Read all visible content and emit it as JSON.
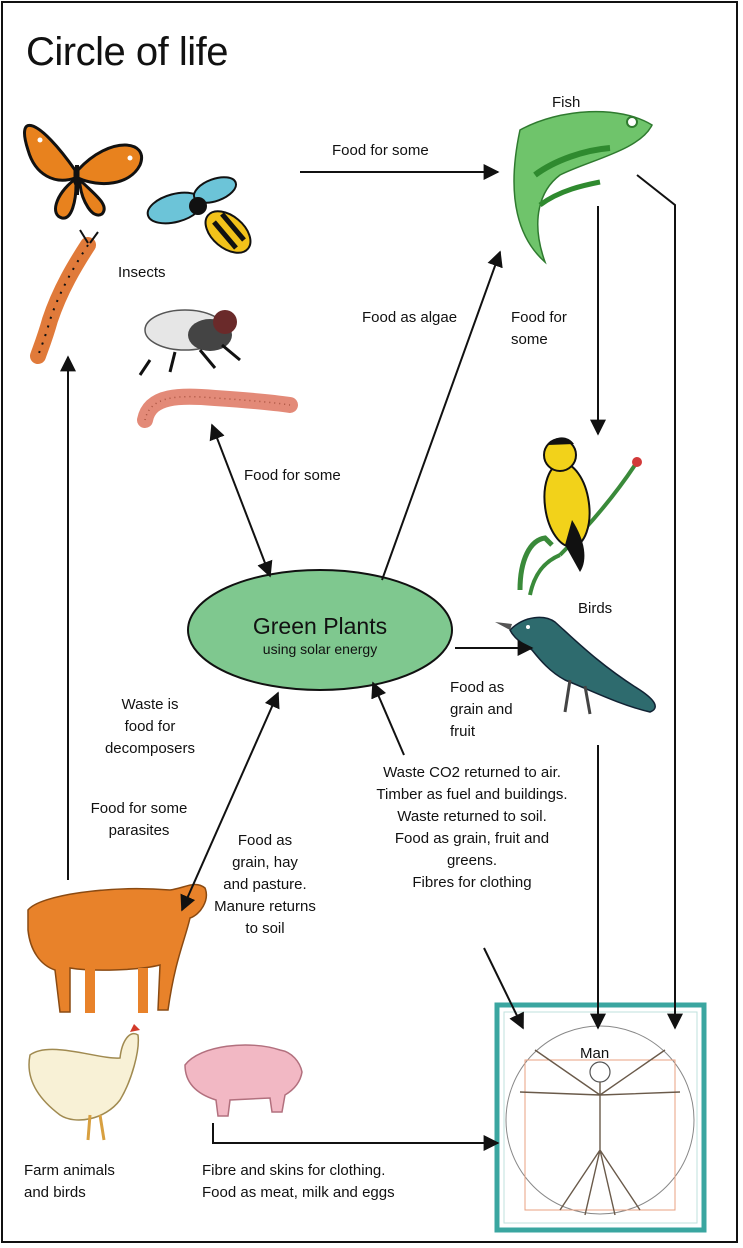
{
  "title": "Circle of life",
  "nodes": {
    "fish": "Fish",
    "insects": "Insects",
    "birds": "Birds",
    "man": "Man",
    "farm": [
      "Farm animals",
      "and birds"
    ],
    "plants": {
      "title": "Green Plants",
      "subtitle": "using solar energy"
    }
  },
  "edges": {
    "insects_to_fish": "Food for some",
    "plants_to_fish": "Food as algae",
    "fish_to_birds": [
      "Food for",
      "some"
    ],
    "plants_insects": "Food for some",
    "plants_to_birds": [
      "Food as",
      "grain and",
      "fruit"
    ],
    "farm_to_insects": [
      "Waste is",
      "food for",
      "decomposers"
    ],
    "parasites": [
      "Food for some",
      "parasites"
    ],
    "plants_farm": [
      "Food as",
      "grain, hay",
      "and pasture.",
      "Manure returns",
      "to soil"
    ],
    "man_plants": [
      "Waste CO2 returned to air.",
      "Timber as fuel and buildings.",
      "Waste returned to soil.",
      "Food as grain, fruit and",
      "greens.",
      "Fibres for clothing"
    ],
    "farm_to_man": [
      "Fibre and skins for clothing.",
      "Food as meat, milk and eggs"
    ]
  },
  "colors": {
    "plants_fill": "#7fc88f",
    "man_frame": "#3aa6a0",
    "fish": "#5cb85c",
    "cow": "#e8822a",
    "pig": "#f2b8c4",
    "bird_yellow": "#f2d21a",
    "crow": "#2e6b6e",
    "worm": "#e38a78"
  }
}
